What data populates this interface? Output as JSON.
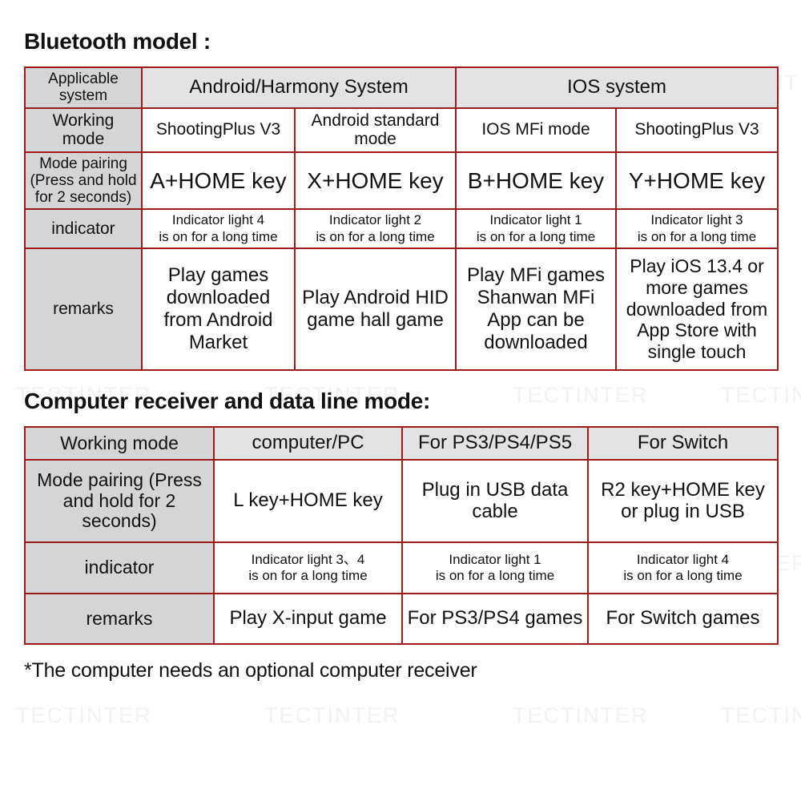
{
  "watermark": {
    "text": "TECTINTER",
    "color": "#f2f2f2"
  },
  "theme": {
    "border_color": "#9e1b1b",
    "row_header_bg": "#d5d5d5",
    "col_header_bg": "#e3e3e3",
    "cell_bg": "#ffffff",
    "text_color": "#111111"
  },
  "bluetooth_section": {
    "title": "Bluetooth model :",
    "table": {
      "row_labels": {
        "applicable_system": "Applicable system",
        "working_mode": "Working mode",
        "mode_pairing": "Mode pairing (Press and hold for 2 seconds)",
        "indicator": "indicator",
        "remarks": "remarks"
      },
      "systems": [
        {
          "name": "Android/Harmony System",
          "colspan": 2
        },
        {
          "name": "IOS system",
          "colspan": 2
        }
      ],
      "columns": [
        {
          "working_mode": "ShootingPlus V3",
          "mode_pairing": "A+HOME key",
          "indicator_line1": "Indicator light 4",
          "indicator_line2": "is on for a long time",
          "remarks": "Play games downloaded from Android Market"
        },
        {
          "working_mode": "Android standard mode",
          "mode_pairing": "X+HOME key",
          "indicator_line1": "Indicator light 2",
          "indicator_line2": "is on for a long time",
          "remarks": "Play Android HID game hall game"
        },
        {
          "working_mode": "IOS MFi mode",
          "mode_pairing": "B+HOME key",
          "indicator_line1": "Indicator light 1",
          "indicator_line2": "is on for a long time",
          "remarks": "Play MFi games Shanwan MFi App can be downloaded"
        },
        {
          "working_mode": "ShootingPlus V3",
          "mode_pairing": "Y+HOME key",
          "indicator_line1": "Indicator light 3",
          "indicator_line2": "is on for a long time",
          "remarks": "Play iOS 13.4 or more games downloaded from App Store with single touch"
        }
      ]
    }
  },
  "computer_section": {
    "title": "Computer receiver and data line mode:",
    "table": {
      "row_labels": {
        "working_mode": "Working mode",
        "mode_pairing": "Mode pairing (Press and hold for 2 seconds)",
        "indicator": "indicator",
        "remarks": "remarks"
      },
      "columns": [
        {
          "working_mode": "computer/PC",
          "mode_pairing": "L key+HOME key",
          "indicator_line1": "Indicator light 3、4",
          "indicator_line2": "is on for a long time",
          "remarks": "Play X-input game"
        },
        {
          "working_mode": "For PS3/PS4/PS5",
          "mode_pairing": "Plug in USB data cable",
          "indicator_line1": "Indicator light 1",
          "indicator_line2": "is on for a long time",
          "remarks": "For PS3/PS4 games"
        },
        {
          "working_mode": "For Switch",
          "mode_pairing": "R2 key+HOME key or plug in USB",
          "indicator_line1": "Indicator light 4",
          "indicator_line2": "is on for a long time",
          "remarks": "For Switch games"
        }
      ]
    }
  },
  "footnote": "*The computer needs an optional computer receiver"
}
